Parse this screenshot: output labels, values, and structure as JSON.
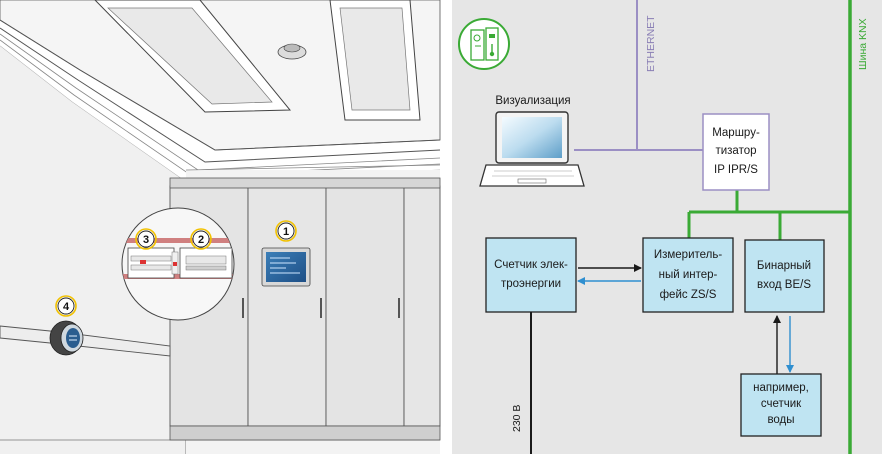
{
  "illustration": {
    "markers": [
      {
        "id": "1",
        "target": "touch-panel"
      },
      {
        "id": "2",
        "target": "din-module-2"
      },
      {
        "id": "3",
        "target": "din-module-3"
      },
      {
        "id": "4",
        "target": "pipe-meter"
      }
    ]
  },
  "diagram": {
    "bus_labels": {
      "ethernet": "ETHERNET",
      "knx": "Шина KNX",
      "power": "230 В"
    },
    "visualization_label": "Визуализация",
    "router_lines": [
      "Маршру-",
      "тизатор",
      "IP IPR/S"
    ],
    "meter_lines": [
      "Счетчик элек-",
      "троэнергии"
    ],
    "interface_lines": [
      "Измеритель-",
      "ный интер-",
      "фейс ZS/S"
    ],
    "binary_lines": [
      "Бинарный",
      "вход BE/S"
    ],
    "water_lines": [
      "например,",
      "счетчик",
      "воды"
    ]
  },
  "colors": {
    "panel_bg": "#e6e6e6",
    "box_fill": "#bfe4f2",
    "router_fill": "#ffffff",
    "ethernet": "#9b8fc4",
    "knx": "#3aaa35",
    "arrow_blue": "#2f8fd0",
    "line_dark": "#1a1a1a"
  }
}
